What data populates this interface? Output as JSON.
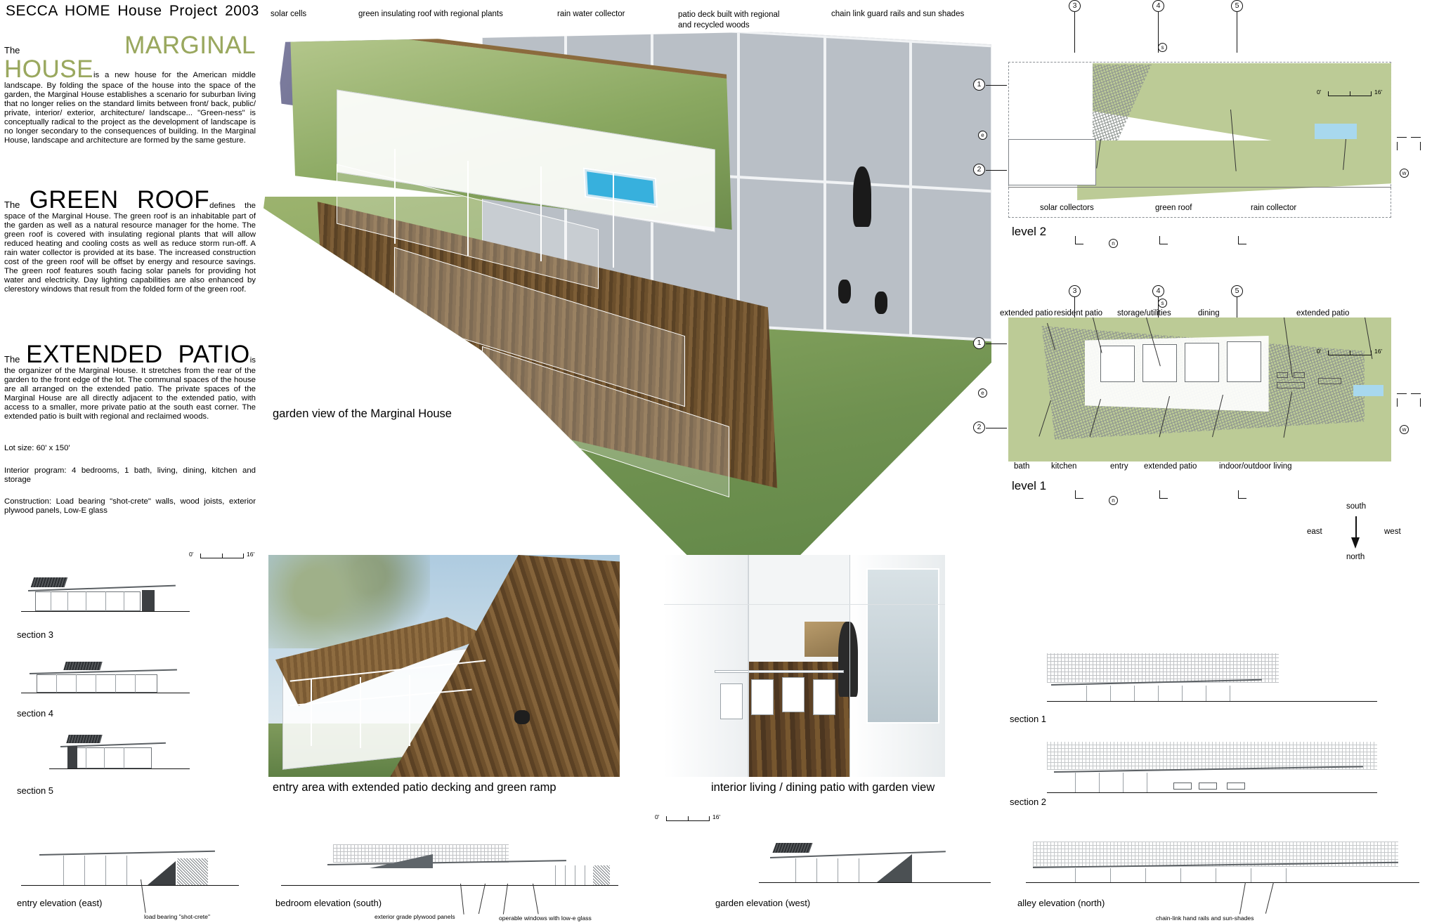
{
  "board": {
    "title": "SECCA HOME House Project 2003"
  },
  "sections": [
    {
      "lead": "The",
      "heading": "MARGINAL HOUSE",
      "heading_color": "#9aa85f",
      "tail": "is",
      "body": "a new house for the American middle landscape. By folding the space of the house into the space of the garden, the Marginal House establishes a scenario for suburban living that no longer relies on the standard limits between front/ back, public/ private, interior/ exterior, architecture/ landscape...  \"Green-ness\" is conceptually radical to the project as the development of landscape is no longer secondary to the consequences of building.  In the Marginal House, landscape and architecture are formed by the same gesture."
    },
    {
      "lead": "The",
      "heading": "GREEN ROOF",
      "heading_color": "#000000",
      "tail": "defines the",
      "body": "space of the Marginal House.  The green roof is an inhabitable part of the garden as well as a natural resource manager for the home.  The green roof is covered with insulating regional plants that will allow reduced heating and cooling costs as well as reduce storm run-off. A rain water collector is provided at its base.  The increased construction cost of the green roof will be offset by energy and resource savings.  The green roof features south facing solar panels for providing hot water and electricity.  Day lighting capabilities are also enhanced by clerestory windows that result from the folded form of the green roof."
    },
    {
      "lead": "The",
      "heading": "EXTENDED PATIO",
      "heading_color": "#000000",
      "tail": "is the",
      "body": "organizer of the Marginal House.  It stretches from the rear of the garden to the front edge of the lot.  The communal spaces of the house are all arranged on the extended patio.  The private spaces of the Marginal House are all directly adjacent to the extended patio, with access to a smaller, more private patio at the south east corner.  The extended patio is built with regional and reclaimed woods."
    }
  ],
  "facts": [
    "Lot size: 60' x 150'",
    "Interior program: 4 bedrooms, 1 bath, living, dining, kitchen and storage",
    "Construction:  Load bearing \"shot-crete\" walls, wood joists, exterior plywood panels, Low-E glass"
  ],
  "render_callouts": [
    "solar cells",
    "green insulating roof with regional plants",
    "rain water collector",
    "patio deck built with regional and recycled woods",
    "chain link guard rails and sun shades"
  ],
  "captions": {
    "garden_view": "garden view of the Marginal House",
    "entry_area": "entry area with extended patio decking and green ramp",
    "interior": "interior living / dining patio with garden view"
  },
  "plans": {
    "level2": {
      "label": "level 2",
      "top_markers": [
        "3",
        "4",
        "5"
      ],
      "side_markers": [
        "1",
        "2"
      ],
      "dot_markers": [
        "s",
        "e",
        "w",
        "n"
      ],
      "callouts": [
        "solar collectors",
        "green roof",
        "rain collector"
      ],
      "scale": {
        "left": "0'",
        "right": "16'"
      }
    },
    "level1": {
      "label": "level 1",
      "top_markers": [
        "3",
        "4",
        "5"
      ],
      "side_markers": [
        "1",
        "2"
      ],
      "dot_markers": [
        "s",
        "e",
        "w",
        "n"
      ],
      "callouts_top": [
        "extended patio",
        "resident patio",
        "storage/utilities",
        "dining",
        "extended patio"
      ],
      "callouts_bottom": [
        "bath",
        "kitchen",
        "entry",
        "extended patio",
        "indoor/outdoor living"
      ],
      "scale": {
        "left": "0'",
        "right": "16'"
      }
    }
  },
  "compass": {
    "south": "south",
    "east": "east",
    "west": "west",
    "north": "north"
  },
  "sections_left": [
    {
      "label": "section 3"
    },
    {
      "label": "section 4"
    },
    {
      "label": "section 5"
    }
  ],
  "sections_right": [
    {
      "label": "section 1"
    },
    {
      "label": "section 2"
    }
  ],
  "elevations": [
    {
      "label": "entry elevation (east)",
      "note": "load bearing \"shot-crete\""
    },
    {
      "label": "bedroom elevation (south)",
      "note": "exterior grade plywood panels",
      "note2": "operable windows with low-e glass"
    },
    {
      "label": "garden elevation (west)",
      "note": ""
    },
    {
      "label": "alley elevation (north)",
      "note": "chain-link hand rails and sun-shades"
    }
  ],
  "scalebars": {
    "left": "0'",
    "right": "16'"
  }
}
